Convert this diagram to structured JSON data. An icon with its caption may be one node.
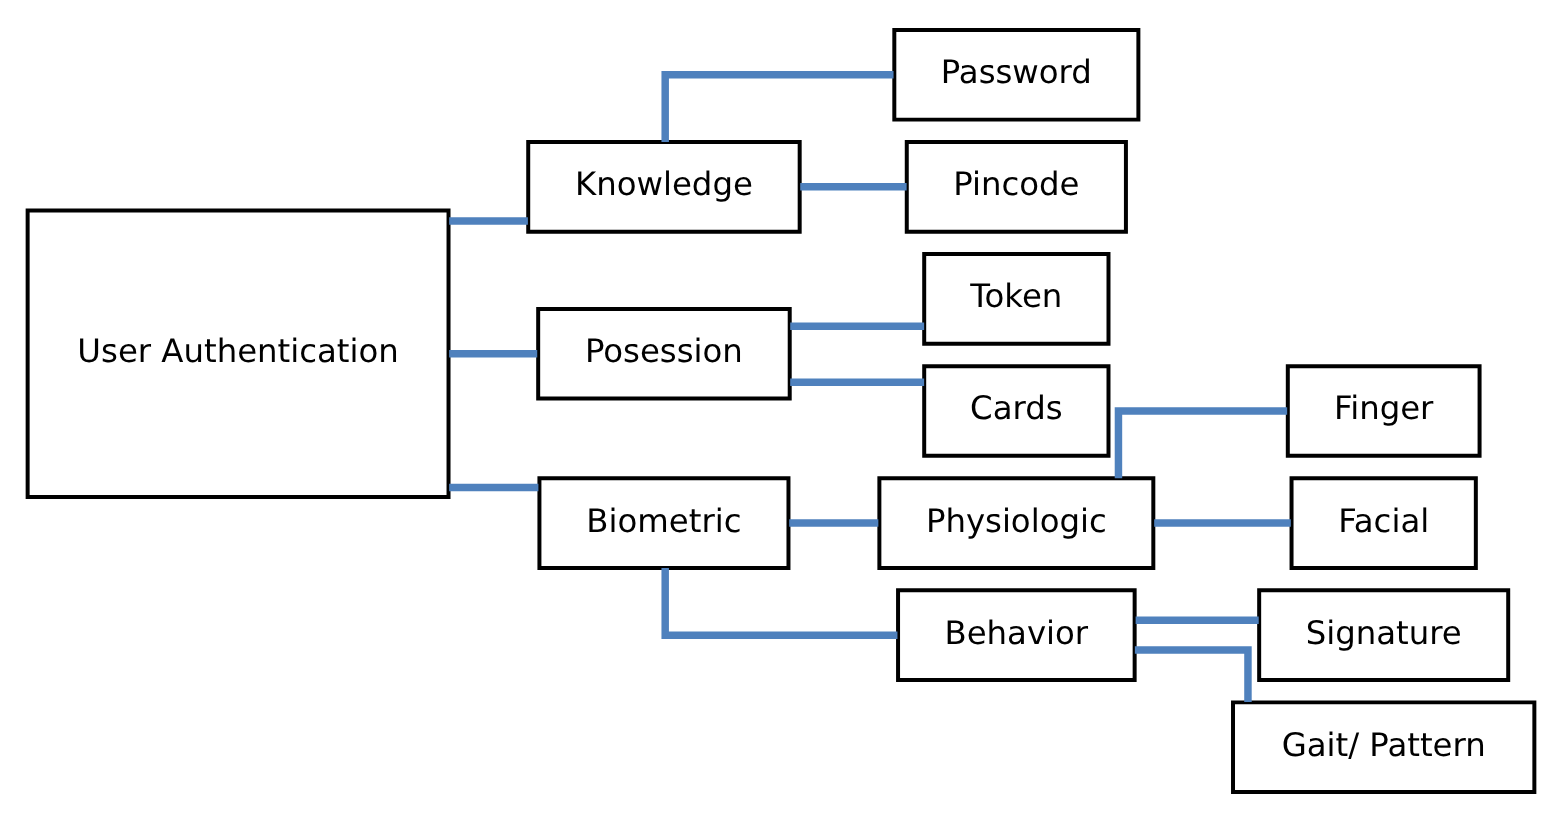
{
  "diagram": {
    "nodes": [
      {
        "text": [
          "User Authentication"
        ]
      },
      {
        "text": [
          "Knowledge"
        ]
      },
      {
        "text": [
          "Password"
        ]
      },
      {
        "text": [
          "Pincode"
        ]
      },
      {
        "text": [
          "Posession"
        ]
      },
      {
        "text": [
          "Token"
        ]
      },
      {
        "text": [
          "Cards"
        ]
      },
      {
        "text": [
          "Biometric"
        ]
      },
      {
        "text": [
          "Physiologic"
        ]
      },
      {
        "text": [
          "Finger"
        ]
      },
      {
        "text": [
          "Facial"
        ]
      },
      {
        "text": [
          "Behavior"
        ]
      },
      {
        "text": [
          "Signature"
        ]
      },
      {
        "text": [
          "Gait/ Pattern"
        ]
      }
    ],
    "edges": [
      {
        "from": 0,
        "to": 1,
        "arrow": "none"
      },
      {
        "from": 0,
        "to": 4,
        "arrow": "none"
      },
      {
        "from": 0,
        "to": 7,
        "arrow": "none"
      },
      {
        "from": 1,
        "to": 2,
        "arrow": "none"
      },
      {
        "from": 1,
        "to": 3,
        "arrow": "none"
      },
      {
        "from": 4,
        "to": 5,
        "arrow": "none"
      },
      {
        "from": 4,
        "to": 6,
        "arrow": "none"
      },
      {
        "from": 7,
        "to": 8,
        "arrow": "none"
      },
      {
        "from": 7,
        "to": 11,
        "arrow": "none"
      },
      {
        "from": 8,
        "to": 9,
        "arrow": "none"
      },
      {
        "from": 8,
        "to": 10,
        "arrow": "none"
      },
      {
        "from": 11,
        "to": 12,
        "arrow": "none"
      },
      {
        "from": 11,
        "to": 13,
        "arrow": "none"
      }
    ]
  }
}
